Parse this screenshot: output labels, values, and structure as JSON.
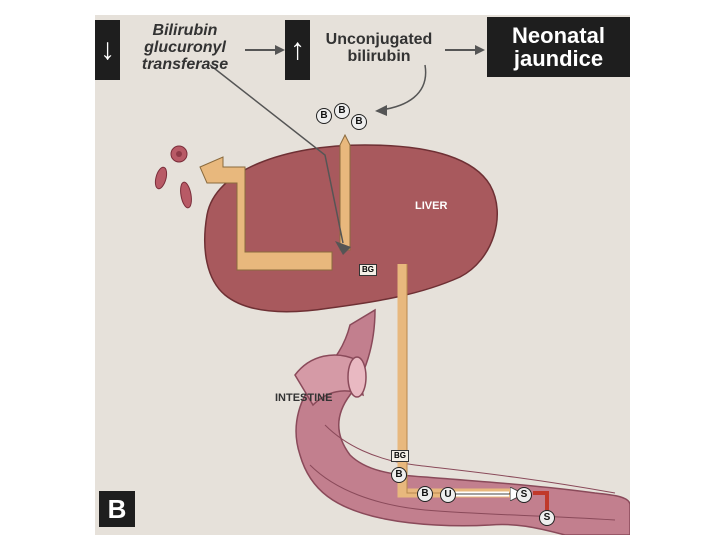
{
  "flow": {
    "enzyme_arrow": "↓",
    "enzyme_label": "Bilirubin\nglucuronyl\ntransferase",
    "bilirubin_arrow": "↑",
    "bilirubin_label": "Unconjugated\nbilirubin",
    "outcome_label": "Neonatal\njaundice"
  },
  "organs": {
    "liver": "LIVER",
    "intestine": "INTESTINE"
  },
  "markers": {
    "bilirubin": "B",
    "bilirubin_glucuronide": "BG",
    "urobilinogen": "U",
    "stercobilin": "S"
  },
  "panel_letter": "B",
  "colors": {
    "liver": "#a8595d",
    "bile_path": "#e8b87d",
    "intestine": "#c27f8e",
    "urobilinogen_path": "#ffffff",
    "stercobilin_path": "#c0392b"
  }
}
